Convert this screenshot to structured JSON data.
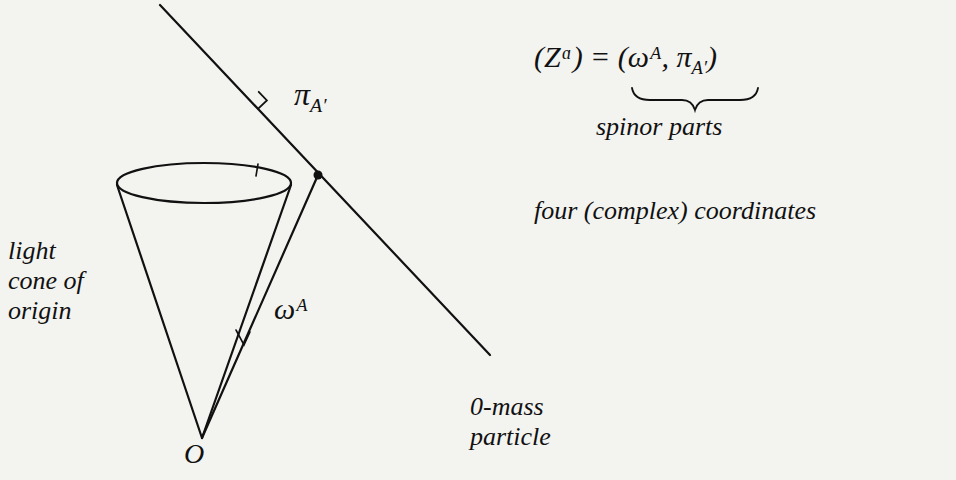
{
  "diagram": {
    "labels": [
      "π",
      "A′",
      "(Zᵅ) = (ωᴬ, π",
      "A′",
      ")",
      "spinor parts",
      "four (complex) coordinates",
      "light cone of origin",
      "ωᴬ",
      "0-mass particle",
      "O"
    ]
  }
}
